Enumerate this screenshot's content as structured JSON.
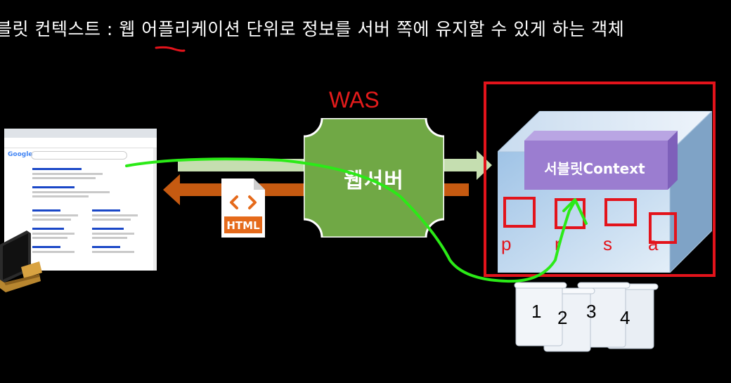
{
  "heading": "블릿 컨텍스트 : 웹 어플리케이션 단위로 정보를 서버 쪽에 유지할 수 있게 하는 객체",
  "was_label": "WAS",
  "webserver_label": "웹서버",
  "html_badge": "HTML",
  "context_label": "서블릿Context",
  "scopes": [
    "p",
    "r",
    "s",
    "a"
  ],
  "documents": [
    "1",
    "2",
    "3",
    "4"
  ],
  "colors": {
    "annotation_red": "#e3131b",
    "annotation_green": "#2bea17",
    "webserver_green": "#70a845",
    "request_arrow": "#c5deb0",
    "response_arrow": "#c55a11",
    "context_purple": "#9b7dd0"
  }
}
